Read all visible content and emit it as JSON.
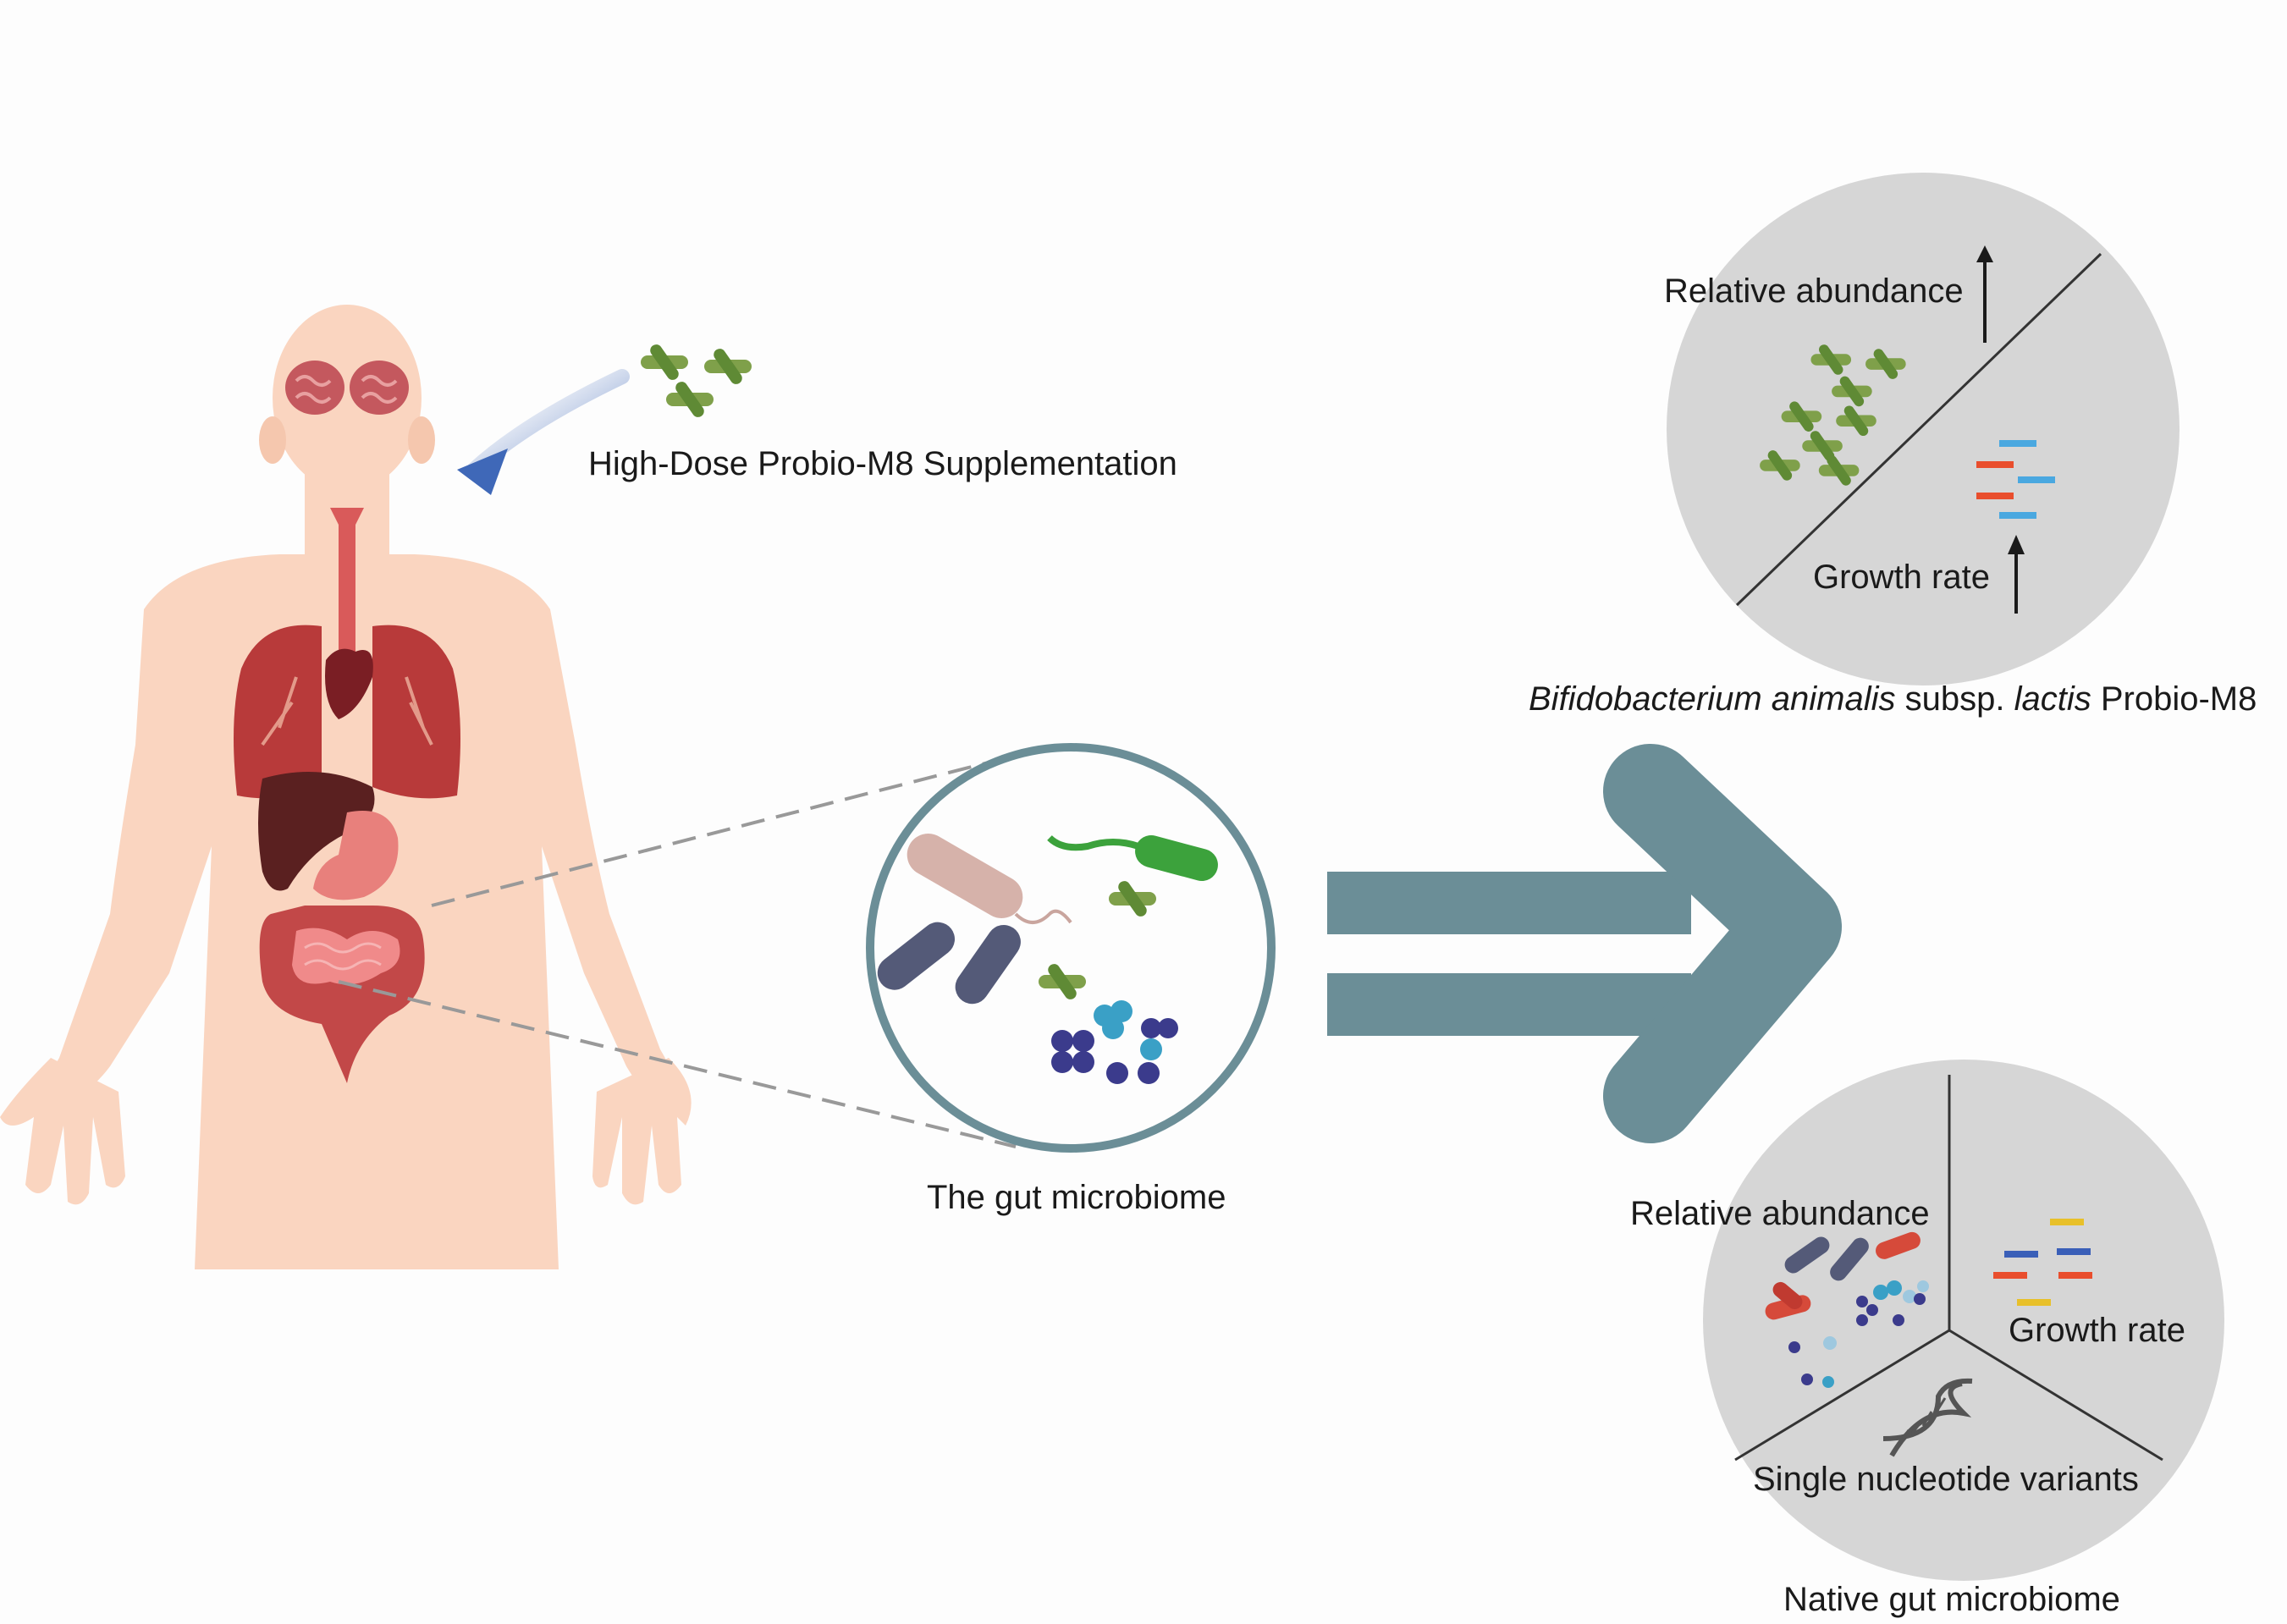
{
  "supplement_label": "High-Dose Probio-M8 Supplementation",
  "gut_label": "The gut microbiome",
  "probio_circle": {
    "relative_abundance": "Relative abundance",
    "growth_rate": "Growth rate",
    "caption": {
      "genus": "Bifidobacterium animalis",
      "subsp": " subsp. ",
      "species": "lactis",
      "strain": " Probio-M8"
    }
  },
  "native_circle": {
    "relative_abundance": "Relative abundance",
    "growth_rate": "Growth rate",
    "snv": "Single nucleotide variants",
    "caption": "Native gut microbiome"
  },
  "colors": {
    "arrow": "#6b8e97",
    "skin": "#fad5c0",
    "organ_red": "#b83a3a",
    "probiotic_green": "#7fa04a",
    "panel_grey": "#d6d6d6",
    "gut_circle_ring": "#6b8e97"
  }
}
